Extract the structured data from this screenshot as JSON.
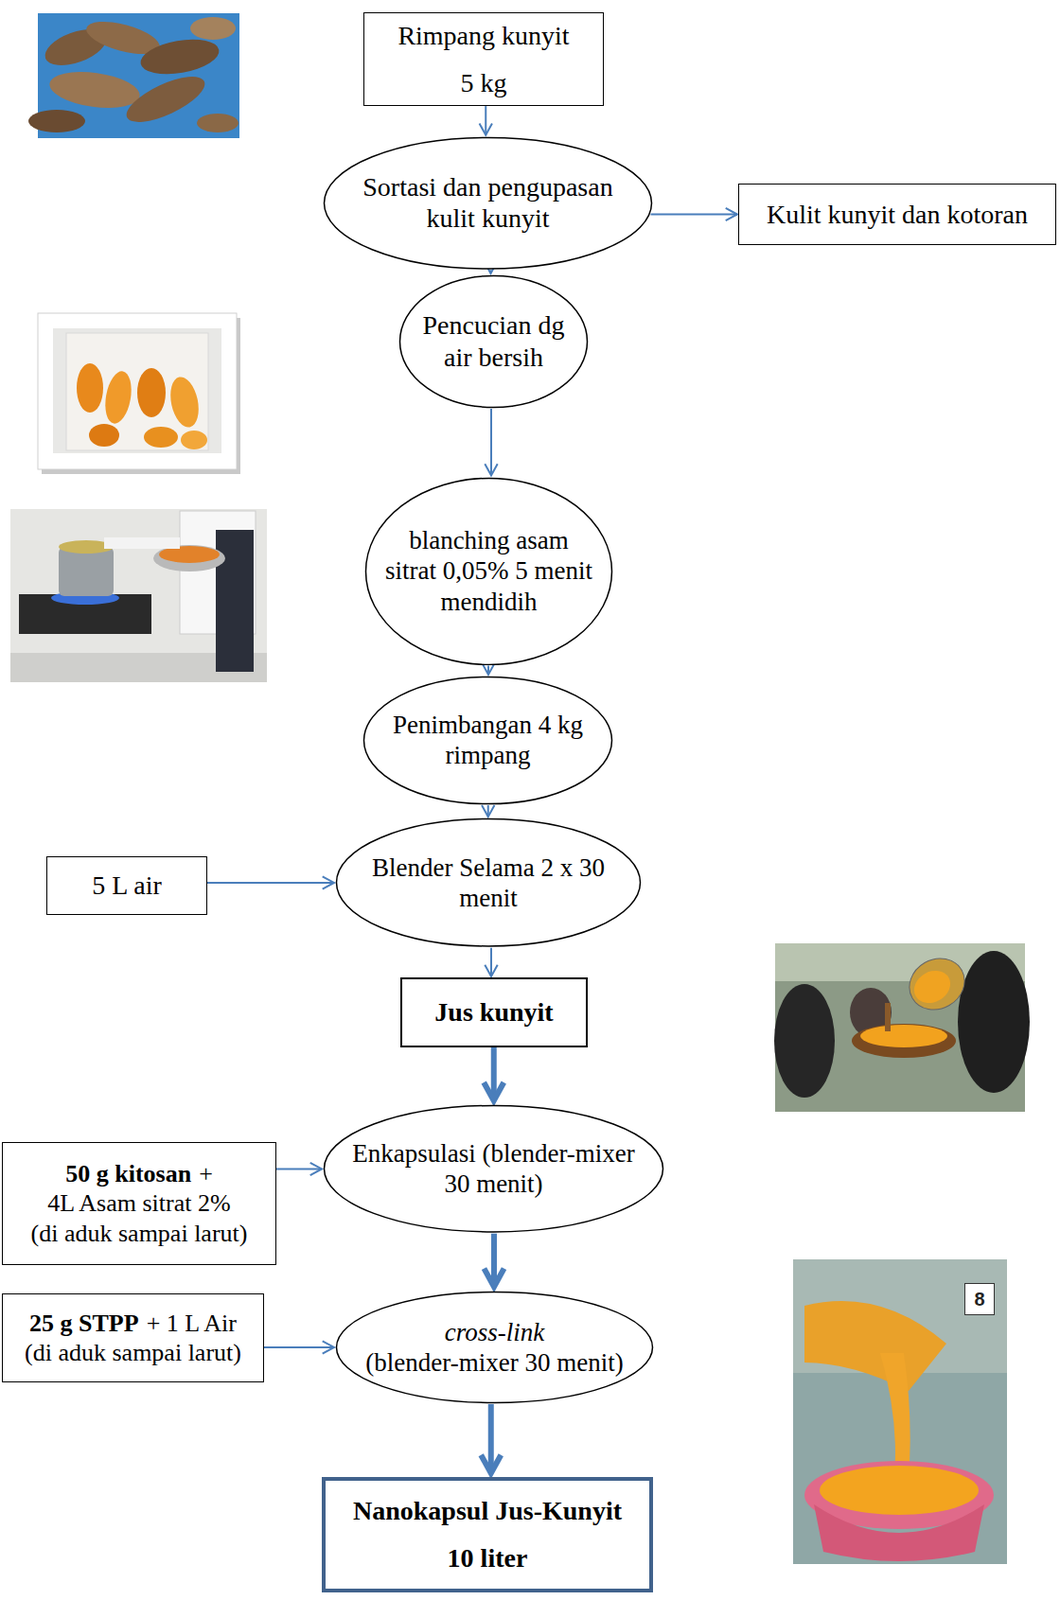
{
  "diagram": {
    "nodes": [
      {
        "text": [
          "Rimpang kunyit",
          "5 kg"
        ]
      },
      {
        "text": [
          "Sortasi dan pengupasan kulit kunyit"
        ]
      },
      {
        "text": [
          "Kulit kunyit dan kotoran"
        ]
      },
      {
        "text": [
          "Pencucian dg air bersih"
        ]
      },
      {
        "text": [
          "blanching asam sitrat 0,05% 5 menit mendidih"
        ]
      },
      {
        "text": [
          "Penimbangan 4 kg rimpang"
        ]
      },
      {
        "text": [
          "5 L air"
        ]
      },
      {
        "text": [
          "Blender Selama 2 x 30 menit"
        ]
      },
      {
        "text": [
          "Jus kunyit"
        ]
      },
      {
        "text": [
          "50 g kitosan",
          "+",
          "4L Asam sitrat 2%",
          "(di aduk sampai larut)"
        ]
      },
      {
        "text": [
          "Enkapsulasi (blender-mixer 30 menit)"
        ]
      },
      {
        "text": [
          "25 g STPP",
          "+ 1 L Air",
          "(di aduk sampai larut)"
        ]
      },
      {
        "text": [
          "cross-link",
          "(blender-mixer 30 menit)"
        ]
      },
      {
        "text": [
          "Nanokapsul Jus-Kunyit",
          "10 liter"
        ]
      }
    ],
    "edges": [
      {
        "from": 0,
        "to": 1,
        "arrow": "to"
      },
      {
        "from": 1,
        "to": 2,
        "arrow": "to"
      },
      {
        "from": 1,
        "to": 3,
        "arrow": "to"
      },
      {
        "from": 3,
        "to": 4,
        "arrow": "to"
      },
      {
        "from": 4,
        "to": 5,
        "arrow": "to"
      },
      {
        "from": 5,
        "to": 7,
        "arrow": "to"
      },
      {
        "from": 6,
        "to": 7,
        "arrow": "to"
      },
      {
        "from": 7,
        "to": 8,
        "arrow": "to"
      },
      {
        "from": 8,
        "to": 10,
        "arrow": "to"
      },
      {
        "from": 9,
        "to": 10,
        "arrow": "to"
      },
      {
        "from": 10,
        "to": 12,
        "arrow": "to"
      },
      {
        "from": 11,
        "to": 12,
        "arrow": "to"
      },
      {
        "from": 12,
        "to": 13,
        "arrow": "to"
      }
    ],
    "labels": [
      "8"
    ]
  }
}
